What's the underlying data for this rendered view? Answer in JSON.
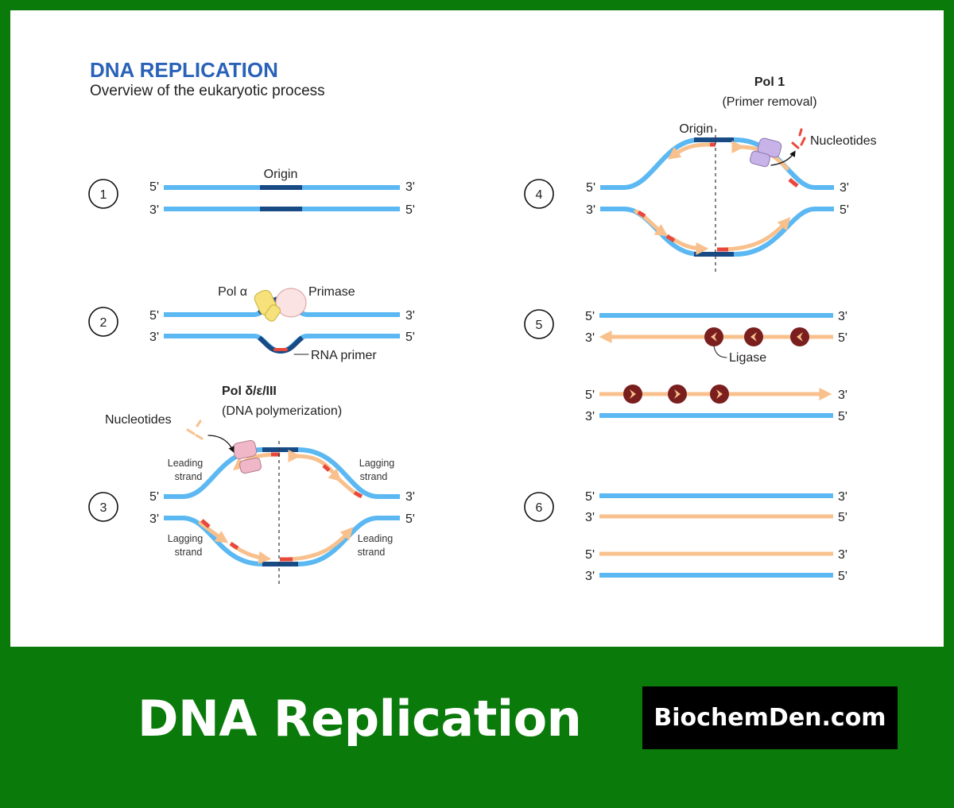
{
  "header": {
    "title": "DNA REPLICATION",
    "subtitle": "Overview of the eukaryotic process"
  },
  "footer": {
    "title": "DNA Replication",
    "brand": "BiochemDen.com"
  },
  "colors": {
    "background_green": "#0a7a0a",
    "strand_blue": "#5bb8f2",
    "origin_dark": "#184a84",
    "new_strand_orange": "#f8c08c",
    "primer_red": "#e8483c",
    "ligase_maroon": "#7a1e1e",
    "title_blue": "#2a62b8"
  },
  "primes": {
    "five": "5'",
    "three": "3'"
  },
  "steps": [
    {
      "number": "1",
      "labels": {
        "origin": "Origin"
      }
    },
    {
      "number": "2",
      "labels": {
        "pol_alpha": "Pol α",
        "primase": "Primase",
        "rna_primer": "RNA primer"
      }
    },
    {
      "number": "3",
      "labels": {
        "enzyme": "Pol δ/ε/III",
        "enzyme_role": "(DNA polymerization)",
        "nucleotides": "Nucleotides",
        "leading_top_1": "Leading",
        "leading_top_2": "strand",
        "lagging_top_1": "Lagging",
        "lagging_top_2": "strand",
        "lagging_bottom_1": "Lagging",
        "lagging_bottom_2": "strand",
        "leading_bottom_1": "Leading",
        "leading_bottom_2": "strand"
      }
    },
    {
      "number": "4",
      "labels": {
        "enzyme": "Pol 1",
        "enzyme_role": "(Primer removal)",
        "origin": "Origin",
        "nucleotides": "Nucleotides"
      }
    },
    {
      "number": "5",
      "labels": {
        "ligase": "Ligase"
      }
    },
    {
      "number": "6",
      "labels": {}
    }
  ]
}
